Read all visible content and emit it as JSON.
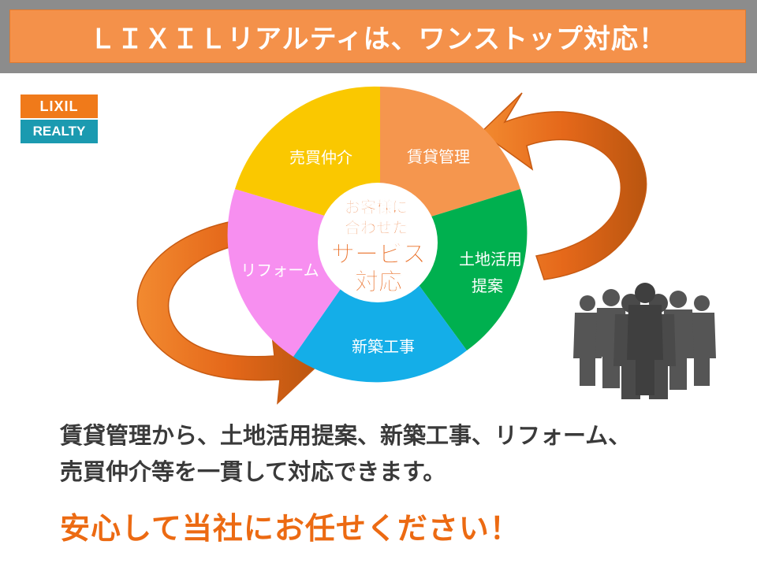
{
  "header": {
    "title": "ＬＩＸＩＬリアルティは、ワンストップ対応！"
  },
  "logo": {
    "line1": "LIXIL",
    "line2": "REALTY"
  },
  "diagram": {
    "segments": [
      {
        "label": "賃貸管理",
        "color": "#f5964e"
      },
      {
        "label": "土地活用",
        "label2": "提案",
        "color": "#00b04f"
      },
      {
        "label": "新築工事",
        "color": "#14aee8"
      },
      {
        "label": "リフォーム",
        "color": "#f78ff0"
      },
      {
        "label": "売買仲介",
        "color": "#fac800"
      }
    ],
    "center": {
      "line1": "お客様に",
      "line2": "合わせた",
      "line3": "サービス",
      "line4": "対応"
    },
    "arrow_color": "#e8731a"
  },
  "body": {
    "line1": "賃貸管理から、土地活用提案、新築工事、リフォーム、",
    "line2": "売買仲介等を一貫して対応できます。"
  },
  "tagline": "安心して当社にお任せください！"
}
